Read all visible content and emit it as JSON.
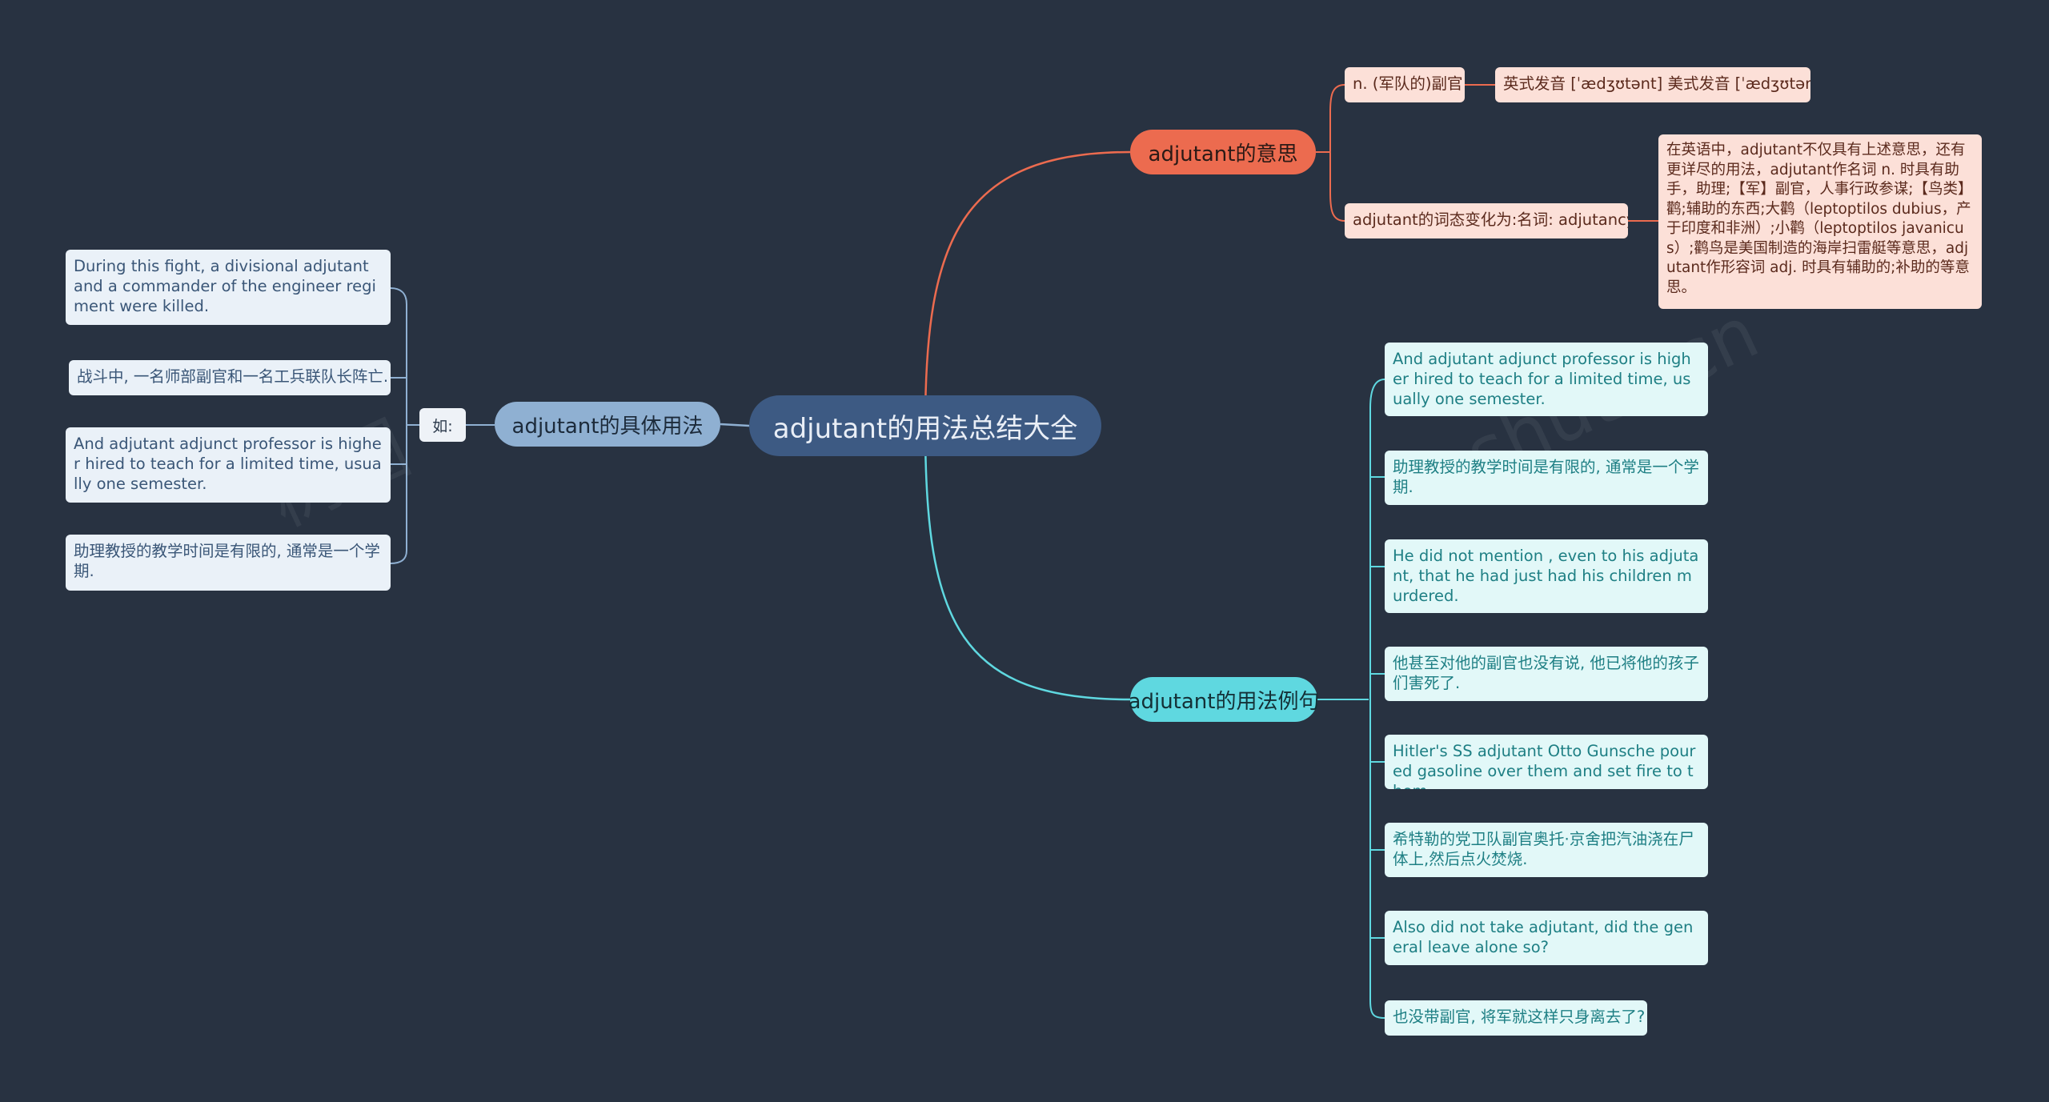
{
  "root": {
    "label": "adjutant的用法总结大全"
  },
  "meaning": {
    "label": "adjutant的意思",
    "items": [
      {
        "text": "n. (军队的)副官",
        "child": "英式发音 [ˈædʒʊtənt] 美式发音 [ˈædʒʊtənt]"
      },
      {
        "text": "adjutant的词态变化为:名词: adjutancy",
        "child": "在英语中，adjutant不仅具有上述意思，还有更详尽的用法，adjutant作名词 n. 时具有助手，助理;【军】副官，人事行政参谋;【鸟类】鹳;辅助的东西;大鹳（leptoptilos dubius，产于印度和非洲）;小鹳（leptoptilos javanicus）;鹳鸟是美国制造的海岸扫雷艇等意思，adjutant作形容词 adj. 时具有辅助的;补助的等意思。"
      }
    ]
  },
  "examples": {
    "label": "adjutant的用法例句",
    "items": [
      "And adjutant adjunct professor is higher hired to teach for a limited time, usually one semester.",
      "助理教授的教学时间是有限的, 通常是一个学期.",
      "He did not mention , even to his adjutant, that he had just had his children murdered.",
      "他甚至对他的副官也没有说, 他已将他的孩子们害死了.",
      "Hitler's SS adjutant Otto Gunsche poured gasoline over them and set fire to them.",
      "希特勒的党卫队副官奥托·京舍把汽油浇在尸体上,然后点火焚烧.",
      "Also did not take adjutant, did the general leave alone so?",
      "也没带副官, 将军就这样只身离去了?"
    ]
  },
  "usage": {
    "label": "adjutant的具体用法",
    "tag": "如:",
    "items": [
      "During this fight, a divisional adjutant and a commander of the engineer regiment were killed.",
      "战斗中, 一名师部副官和一名工兵联队长阵亡.",
      "And adjutant adjunct professor is higher hired to teach for a limited time, usually one semester.",
      "助理教授的教学时间是有限的, 通常是一个学期."
    ]
  },
  "colors": {
    "background": "#283241",
    "orange": "#ec6b4f",
    "cyan": "#5fd8e0",
    "blue": "#8fb0d2"
  }
}
